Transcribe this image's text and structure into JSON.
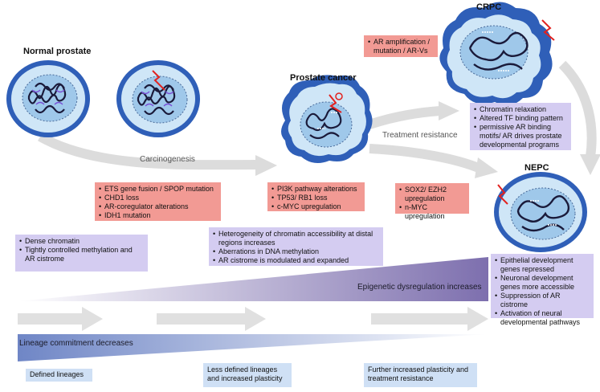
{
  "stages": {
    "normal": "Normal prostate",
    "cancer": "Prostate cancer",
    "crpc": "CRPC",
    "nepc": "NEPC"
  },
  "arrows": {
    "carcinogenesis": "Carcinogenesis",
    "treatment_resistance": "Treatment resistance"
  },
  "boxes": {
    "carcinogenesis_alterations": [
      "ETS gene fusion / SPOP mutation",
      "CHD1 loss",
      "AR-coregulator alterations",
      "IDH1 mutation"
    ],
    "cancer_alterations": [
      "PI3K pathway alterations",
      "TP53/ RB1 loss",
      "c-MYC upregulation"
    ],
    "crpc_alterations": [
      "AR amplification / mutation / AR-Vs"
    ],
    "nepc_alterations": [
      "SOX2/ EZH2 upregulation",
      "n-MYC upregulation"
    ],
    "normal_epigenetics": [
      "Dense chromatin",
      "Tightly controlled methylation and AR cistrome"
    ],
    "cancer_epigenetics": [
      "Heterogeneity of chromatin accessibility at distal regions increases",
      "Aberrations in DNA methylation",
      "AR cistrome is modulated and expanded"
    ],
    "crpc_epigenetics": [
      "Chromatin relaxation",
      "Altered TF binding pattern",
      "permissive AR binding motifs/ AR drives prostate developmental programs"
    ],
    "nepc_epigenetics": [
      "Epithelial development genes repressed",
      "Neuronal development genes more accessible",
      "Suppression of AR cistrome",
      "Activation of neural developmental pathways"
    ]
  },
  "gradients": {
    "epigenetic": "Epigenetic dysregulation increases",
    "lineage": "Lineage commitment decreases"
  },
  "lineage_states": {
    "defined": "Defined lineages",
    "less_defined": "Less defined lineages and increased plasticity",
    "further": "Further increased plasticity and treatment resistance"
  },
  "colors": {
    "red_box": "#f29a94",
    "purple_box": "#d4ccf1",
    "blue_box": "#cfe0f5",
    "cell_outer": "#2f5fb8",
    "cell_inner": "#cfe6f7",
    "nucleus": "#9fc8ea",
    "chromatin": "#1a1a3a",
    "break_red": "#e2221f",
    "arrow_gray": "#d9d9d9"
  }
}
